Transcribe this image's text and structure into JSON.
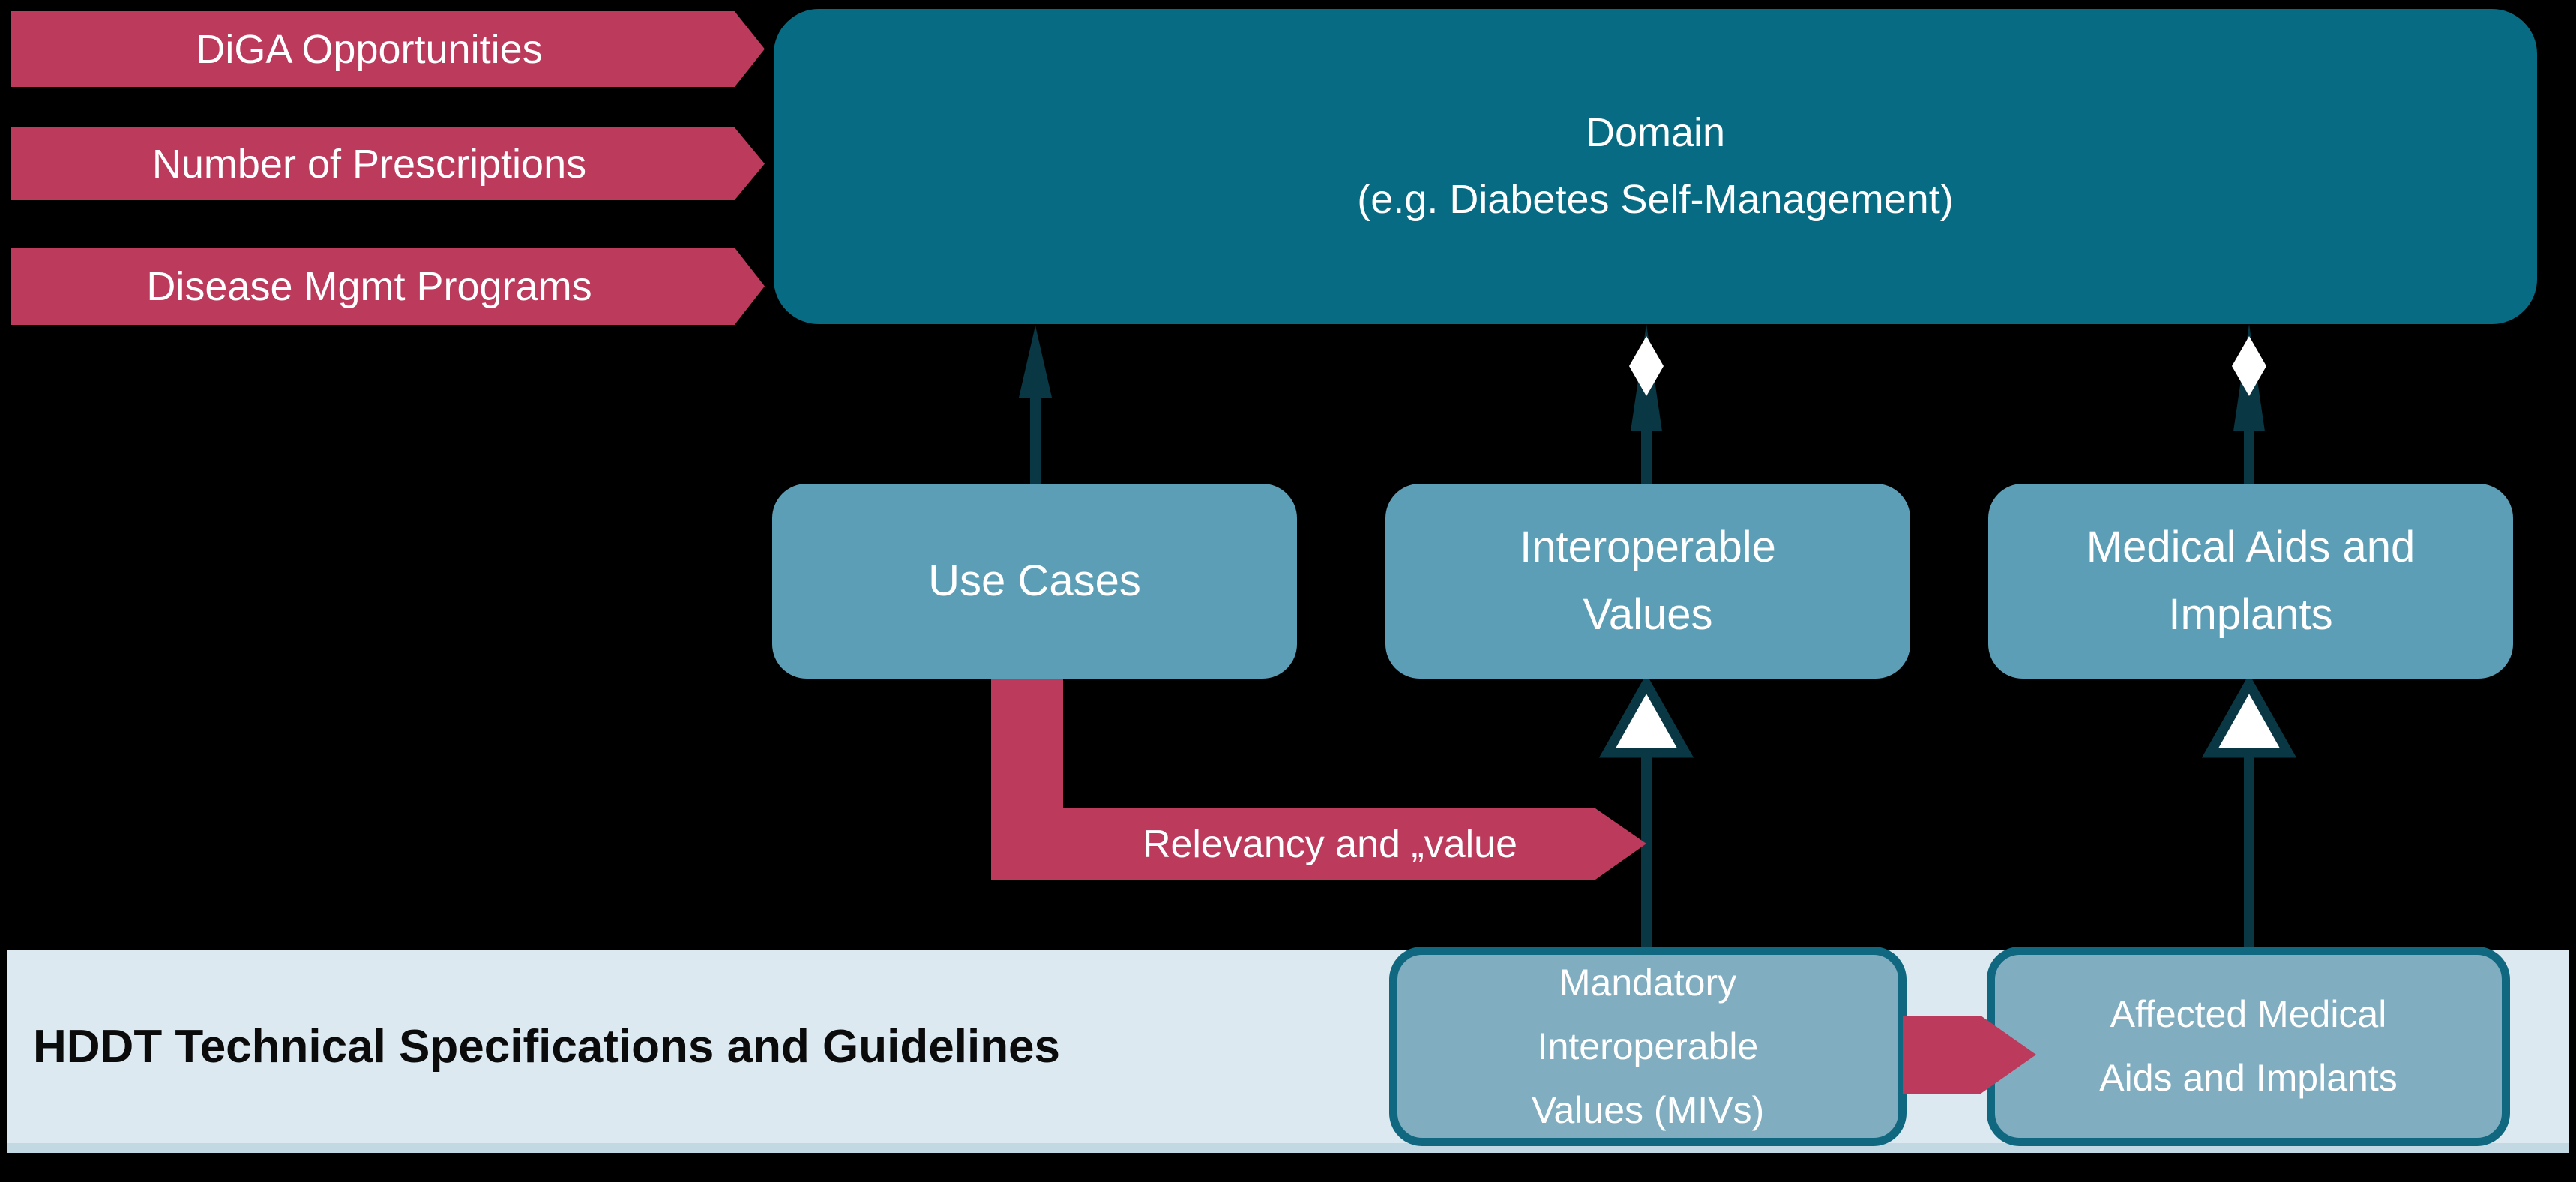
{
  "colors": {
    "red": "#BC3A5C",
    "domain_teal": "#076C83",
    "mid_blue": "#5C9EB6",
    "bottom_fill": "#80ADBF",
    "bottom_border": "#0F6880",
    "band_fill": "#DCE9F0",
    "band_edge": "#C2D9E4",
    "connector": "#093844",
    "text_light": "#FFFFFF",
    "text_dark": "#0B0B0B"
  },
  "input_arrows": [
    {
      "label": "DiGA Opportunities"
    },
    {
      "label": "Number of Prescriptions"
    },
    {
      "label": "Disease Mgmt Programs"
    }
  ],
  "domain_box": {
    "line1": "Domain",
    "line2": "(e.g. Diabetes Self-Management)"
  },
  "middle_boxes": [
    {
      "id": "use-cases",
      "lines": [
        "Use Cases"
      ]
    },
    {
      "id": "interoperable-values",
      "lines": [
        "Interoperable",
        "Values"
      ]
    },
    {
      "id": "medical-aids",
      "lines": [
        "Medical Aids and",
        "Implants"
      ]
    }
  ],
  "relevancy_arrow": {
    "label": "Relevancy and „value"
  },
  "band": {
    "title": "HDDT Technical Specifications and Guidelines"
  },
  "bottom_boxes": [
    {
      "id": "mivs",
      "lines": [
        "Mandatory",
        "Interoperable",
        "Values (MIVs)"
      ]
    },
    {
      "id": "affected",
      "lines": [
        "Affected Medical",
        "Aids and Implants"
      ]
    }
  ],
  "connectors": {
    "use_cases_to_domain": "arrow-up",
    "interoperable_values_to_domain": "aggregation-diamond",
    "medical_aids_to_domain": "aggregation-diamond",
    "mivs_to_interoperable_values": "inheritance-triangle",
    "affected_to_medical_aids": "inheritance-triangle",
    "mivs_to_affected": "arrow-right",
    "use_cases_to_relevancy": "elbow-arrow"
  }
}
